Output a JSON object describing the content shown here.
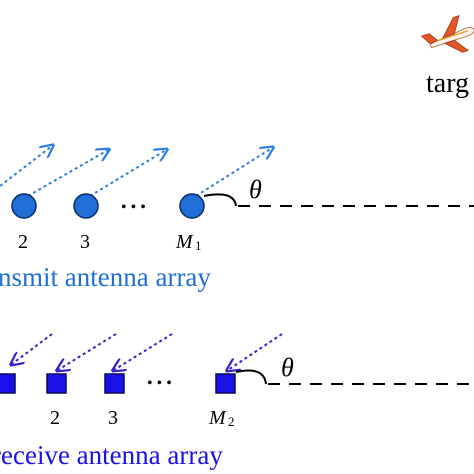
{
  "target": {
    "label": "targ",
    "icon": "airplane-icon"
  },
  "transmit": {
    "array_label": "nsmit antenna array",
    "element_labels": [
      "2",
      "3"
    ],
    "last_label_main": "M",
    "last_label_sub": "1",
    "angle_label": "θ",
    "ellipsis": "• • •",
    "color": "#1f6fd6",
    "arrow_color": "#2f7fe0"
  },
  "receive": {
    "array_label": "receive antenna array",
    "element_labels": [
      "2",
      "3"
    ],
    "last_label_main": "M",
    "last_label_sub": "2",
    "angle_label": "θ",
    "ellipsis": "• • •",
    "color": "#1a10e8",
    "arrow_color": "#3a22c8"
  }
}
